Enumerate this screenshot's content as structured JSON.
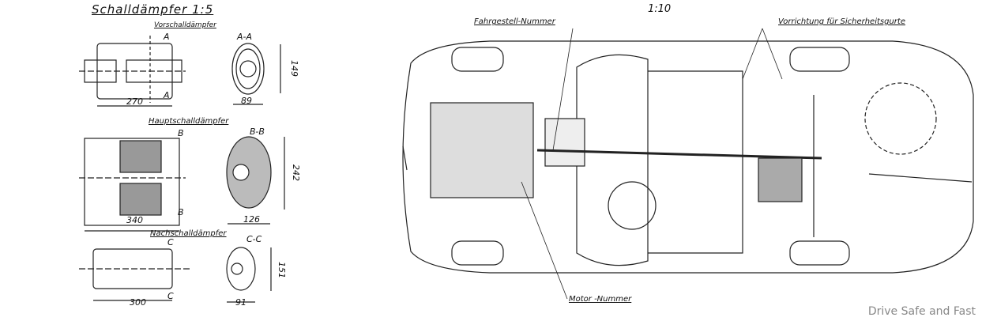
{
  "mufflers": {
    "title": "Schalldämpfer 1:5",
    "pre": {
      "name": "Vorschalldämpfer",
      "section": "A-A",
      "marker": "A",
      "length": "270",
      "width": "89",
      "height": "149"
    },
    "main": {
      "name": "Hauptschalldämpfer",
      "section": "B-B",
      "marker": "B",
      "length": "340",
      "width": "126",
      "height": "242"
    },
    "rear": {
      "name": "Nachschalldämpfer",
      "section": "C-C",
      "marker": "C",
      "length": "300",
      "width": "91",
      "height": "151"
    }
  },
  "car": {
    "scale": "1:10",
    "chassis_number": "Fahrgestell-Nummer",
    "seatbelt_mount": "Vorrichtung für Sicherheitsgurte",
    "engine_number": "Motor -Nummer"
  },
  "watermark": "Drive Safe and Fast"
}
